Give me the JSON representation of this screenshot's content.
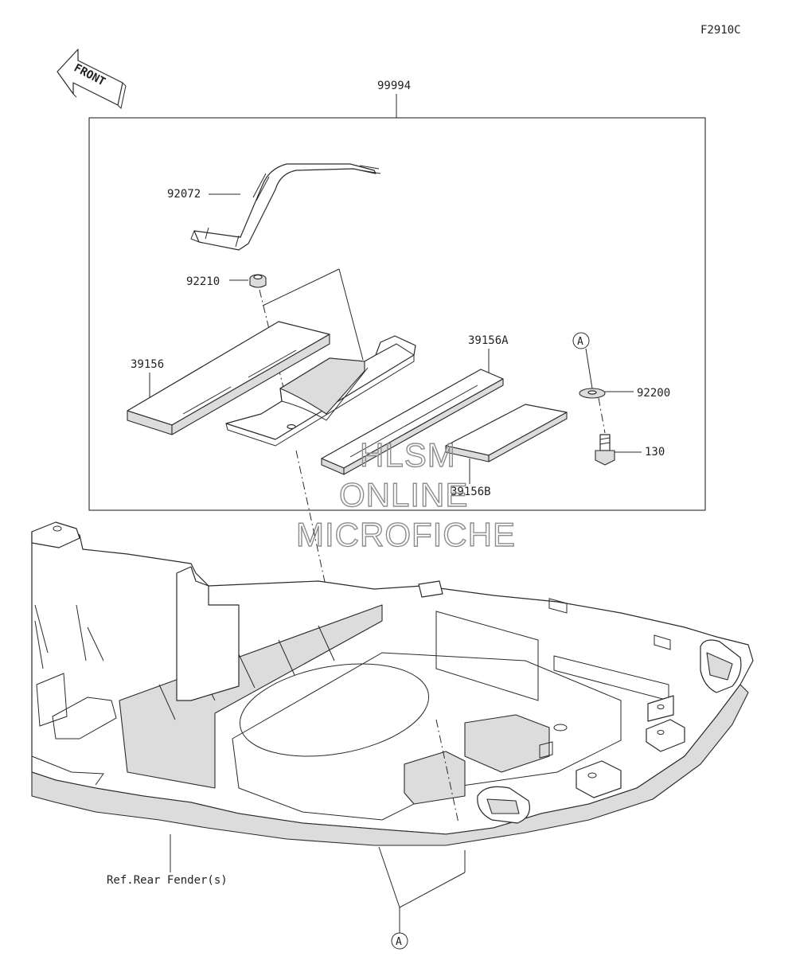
{
  "figure_code": "F2910C",
  "front_label": "FRONT",
  "kit_number": "99994",
  "parts": {
    "strap": "92072",
    "grommet": "92210",
    "pad_left": "39156",
    "pad_a": "39156A",
    "pad_b": "39156B",
    "washer": "92200",
    "bolt": "130"
  },
  "ref_note": "Ref.Rear Fender(s)",
  "ref_marker": "A",
  "watermark": [
    "HLSM",
    "ONLINE",
    "MICROFICHE"
  ]
}
